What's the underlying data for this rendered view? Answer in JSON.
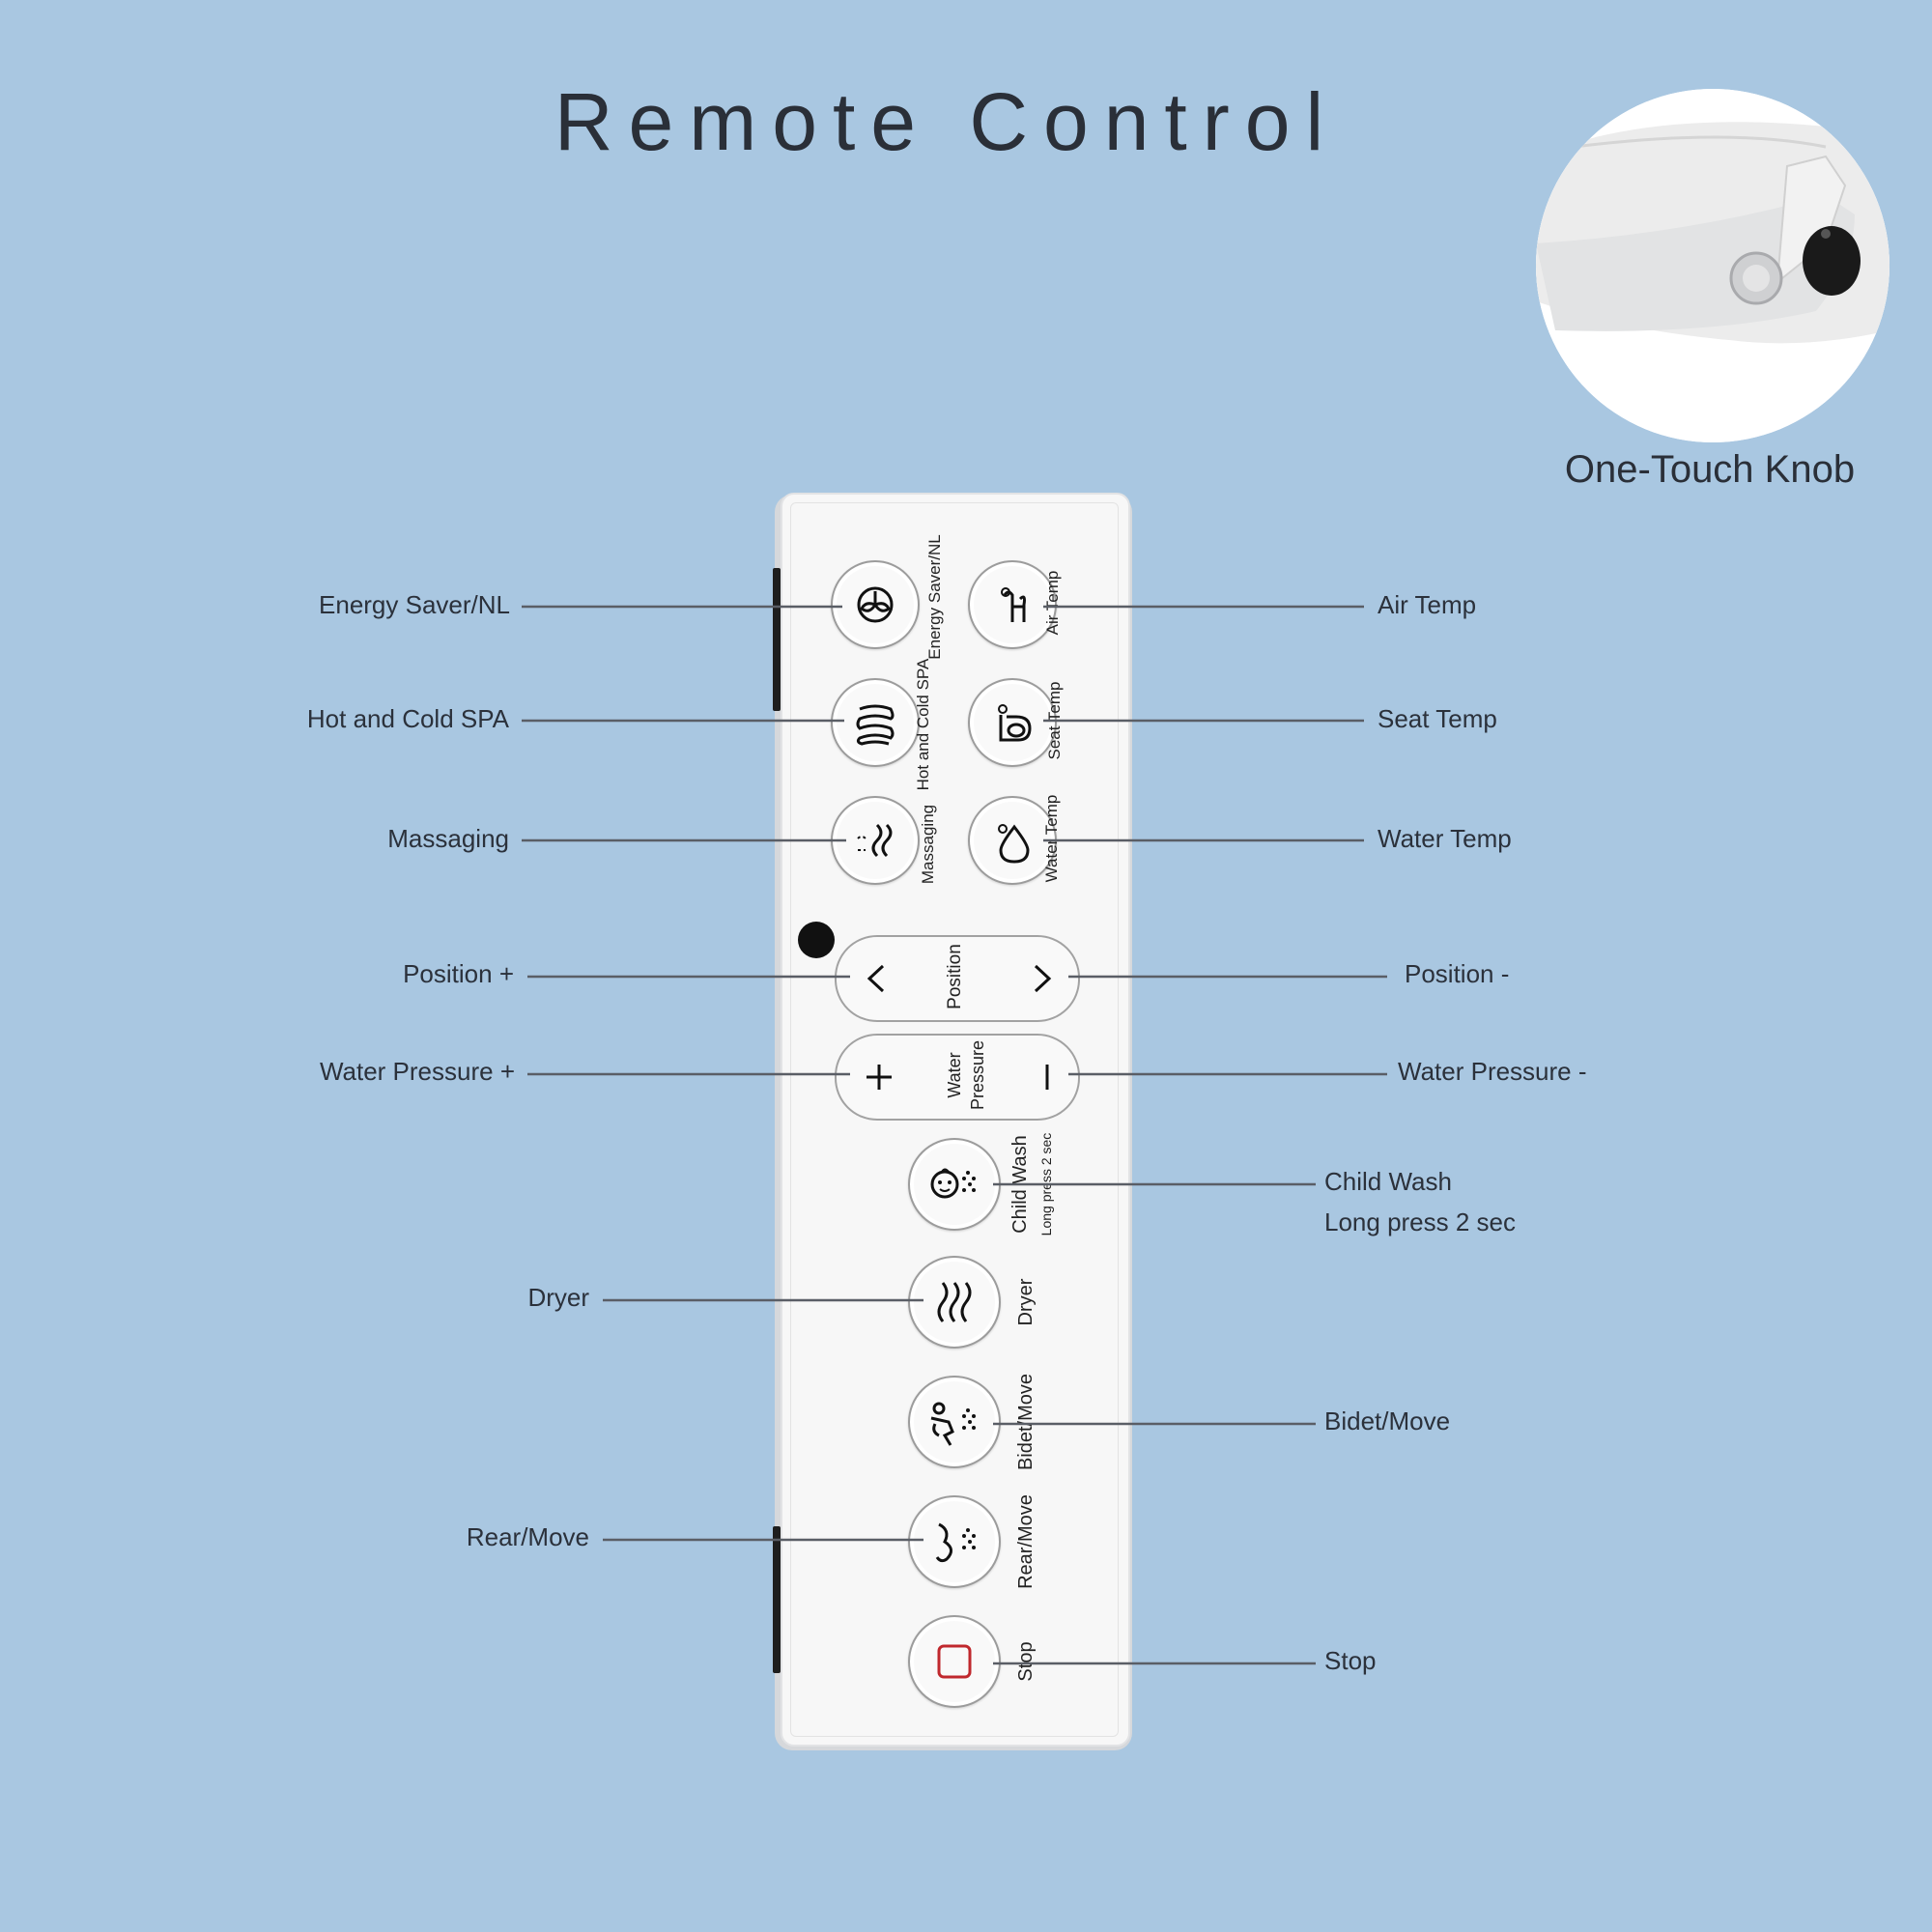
{
  "title": "Remote Control",
  "knob_caption": "One-Touch Knob",
  "colors": {
    "background": "#a9c7e1",
    "stop_red": "#c0282d",
    "line": "#5a5e66"
  },
  "remote_labels": {
    "energy": "Energy Saver/NL",
    "air": "Air Temp",
    "spa": "Hot and Cold SPA",
    "seat": "Seat Temp",
    "massaging": "Massaging",
    "water_temp": "Water Temp",
    "position": "Position",
    "pressure_1": "Water",
    "pressure_2": "Pressure",
    "child_1": "Child Wash",
    "child_2": "Long press 2 sec",
    "dryer": "Dryer",
    "bidet": "Bidet/Move",
    "rear": "Rear/Move",
    "stop": "Stop"
  },
  "callouts": {
    "energy": "Energy Saver/NL",
    "spa": "Hot and Cold SPA",
    "massaging": "Massaging",
    "position_plus": "Position +",
    "pressure_plus": "Water Pressure +",
    "dryer": "Dryer",
    "rear": "Rear/Move",
    "air": "Air Temp",
    "seat": "Seat Temp",
    "water_temp": "Water Temp",
    "position_minus": "Position -",
    "pressure_minus": "Water Pressure -",
    "child_1": "Child Wash",
    "child_2": "Long press 2 sec",
    "bidet": "Bidet/Move",
    "stop": "Stop"
  },
  "icons": {
    "energy": "leaf-circle-icon",
    "air": "air-temp-icon",
    "spa": "spa-coil-icon",
    "seat": "seat-temp-icon",
    "massaging": "massage-wave-icon",
    "water_temp": "water-drop-icon",
    "position_left": "chevron-left-icon",
    "position_right": "chevron-right-icon",
    "pressure_plus": "plus-icon",
    "pressure_minus": "minus-icon",
    "child": "child-face-icon",
    "dryer": "dryer-waves-icon",
    "bidet": "bidet-figure-icon",
    "rear": "rear-spray-icon",
    "stop": "stop-square-icon"
  }
}
